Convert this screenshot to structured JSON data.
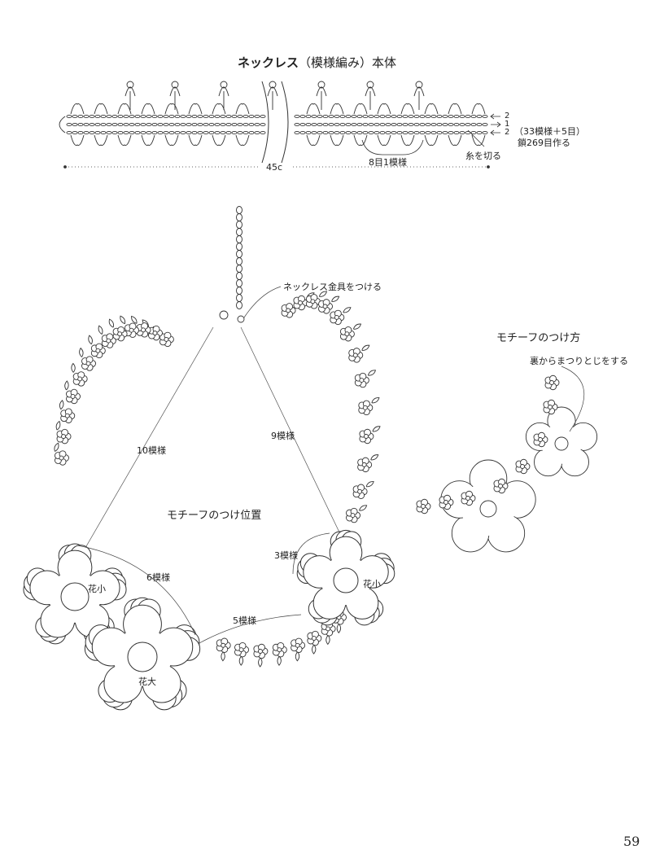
{
  "necklace_chart": {
    "title_main": "ネックレス",
    "title_paren": "（模様編み）",
    "title_tail": "本体",
    "row_labels": [
      "2",
      "1",
      "2"
    ],
    "count_note": "（33模様＋5目）",
    "chain_note": "鎖269目作る",
    "cut_yarn": "糸を切る",
    "repeat_label": "8目1模様",
    "width_label": "45c"
  },
  "layout_diagram": {
    "clasp_label": "ネックレス金具をつける",
    "title": "モチーフのつけ位置",
    "span_left": "10模様",
    "span_right": "9模様",
    "span_3": "3模様",
    "span_6": "6模様",
    "span_5": "5模様",
    "flower_small_left": "花小",
    "flower_small_right": "花小",
    "flower_large": "花大"
  },
  "attach_diagram": {
    "title": "モチーフのつけ方",
    "note": "裏からまつりとじをする"
  },
  "page_number": "59"
}
